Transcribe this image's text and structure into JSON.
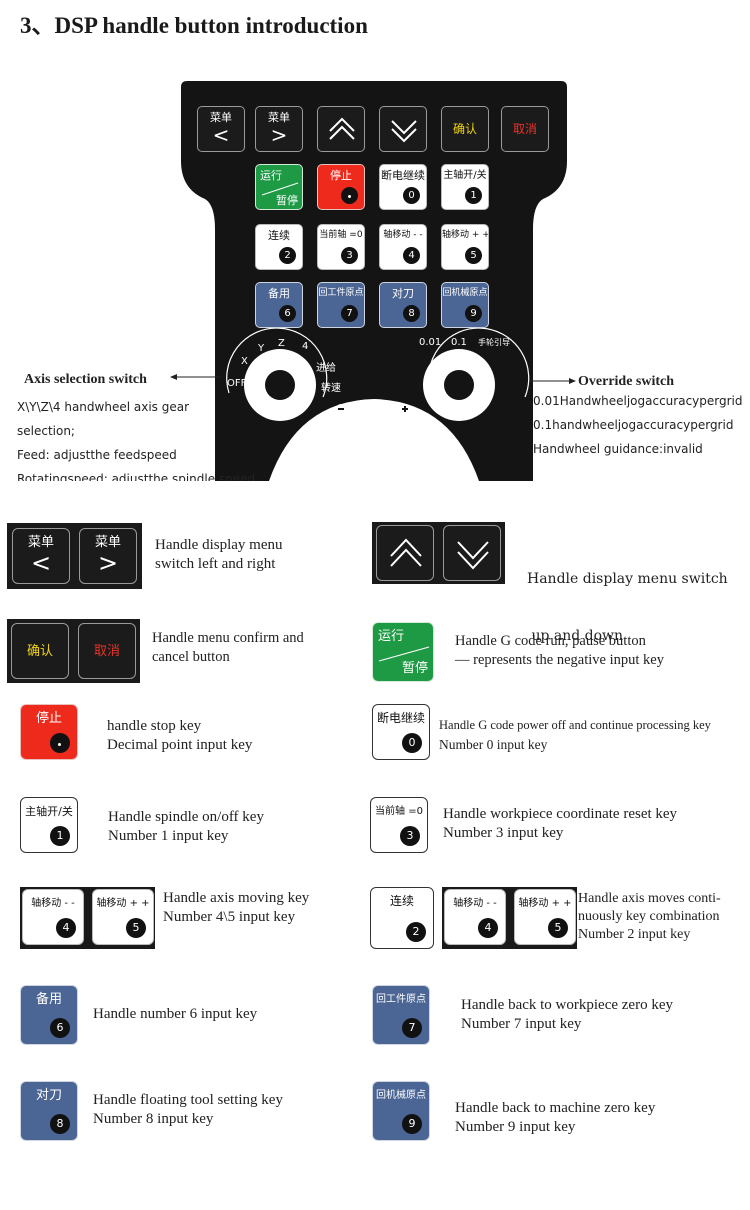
{
  "title": "3、DSP handle button introduction",
  "keys": {
    "menu": "菜单",
    "confirm": "确认",
    "cancel": "取消",
    "run": "运行",
    "pause": "暂停",
    "stop": "停止",
    "resume": "断电继续",
    "spindle": "主轴开/关",
    "continuous": "连续",
    "current_axis": "当前轴 =0",
    "axis_minus": "轴移动 - -",
    "axis_plus": "轴移动 + +",
    "spare": "备用",
    "work_origin": "回工件原点",
    "tool_set": "对刀",
    "machine_origin": "回机械原点",
    "n0": "0",
    "n1": "1",
    "n2": "2",
    "n3": "3",
    "n4": "4",
    "n5": "5",
    "n6": "6",
    "n7": "7",
    "n8": "8",
    "n9": "9"
  },
  "dials": {
    "axis_labels": {
      "off": "OFF",
      "x": "X",
      "y": "Y",
      "z": "Z",
      "four": "4",
      "feed": "进给",
      "speed": "转速"
    },
    "override_labels": {
      "p001": "0.01",
      "p01": "0.1",
      "guide": "手轮引导"
    }
  },
  "axis_switch": {
    "heading": "Axis selection switch",
    "lines": [
      "X\\Y\\Z\\4 handwheel axis gear",
      "selection;",
      "Feed: adjustthe feedspeed",
      "Rotatingspeed: adjustthe spindle speed"
    ]
  },
  "override_switch": {
    "heading": "Override switch",
    "lines": [
      "0.01Handwheeljogaccuracypergrid",
      "0.1handwheeljogaccuracypergrid",
      "Handwheel guidance:invalid"
    ]
  },
  "legend": {
    "menu_lr": [
      "Handle display menu",
      "switch left and right"
    ],
    "menu_ud": [
      "Handle display menu switch",
      " up and down"
    ],
    "confirm_cancel": [
      "Handle menu confirm and",
      "cancel button"
    ],
    "run_pause": [
      "Handle G code run, pause button",
      "— represents the negative input key"
    ],
    "stop": [
      "handle stop key",
      "Decimal point input key"
    ],
    "resume": [
      "Handle G code power off and continue processing key",
      "Number 0 input key"
    ],
    "spindle": [
      "Handle spindle on/off key",
      "Number 1 input key"
    ],
    "coord_reset": [
      "Handle workpiece coordinate reset key",
      "Number 3 input key"
    ],
    "axis_move": [
      "Handle axis moving key",
      "Number 4\\5 input key"
    ],
    "axis_cont": [
      "Handle axis moves conti-",
      "nuously key combination",
      "Number 2 input key"
    ],
    "num6": [
      "Handle number 6 input key"
    ],
    "work_zero": [
      "Handle back to workpiece zero key",
      "Number 7 input key"
    ],
    "tool_setting": [
      "Handle floating tool setting key",
      "Number 8 input key"
    ],
    "machine_zero": [
      "Handle back to machine zero key",
      "Number 9 input key"
    ]
  }
}
